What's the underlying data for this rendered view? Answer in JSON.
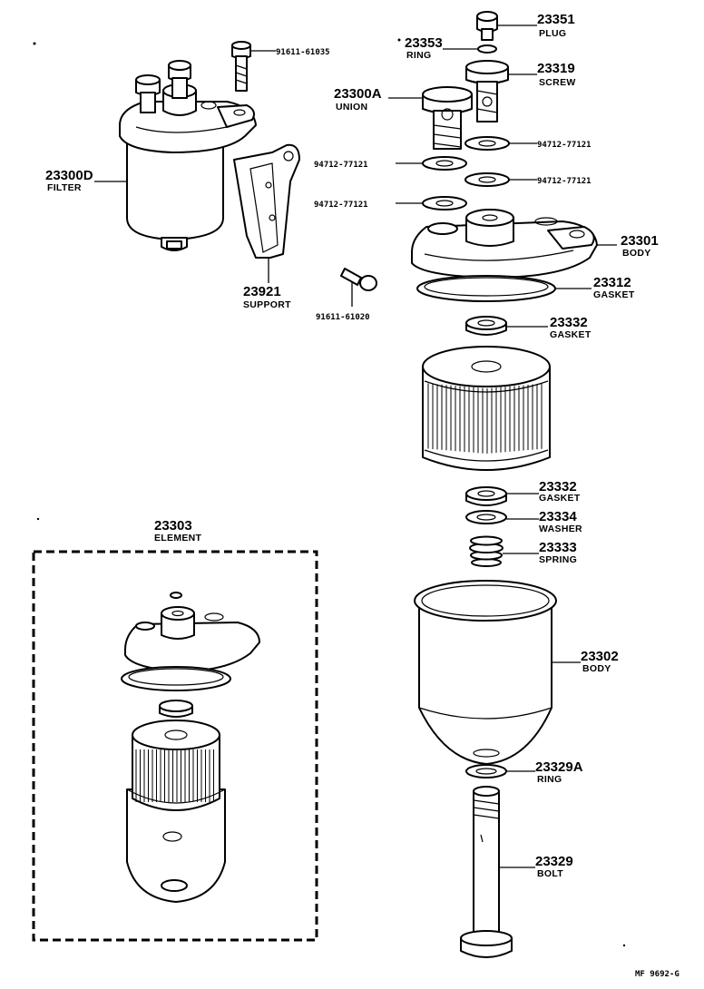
{
  "diagram_code": "MF 9692-G",
  "callouts": {
    "plug": {
      "number": "23351",
      "name": "PLUG"
    },
    "ring_top": {
      "number": "23353",
      "name": "RING"
    },
    "screw": {
      "number": "23319",
      "name": "SCREW"
    },
    "union": {
      "number": "23300A",
      "name": "UNION"
    },
    "filter": {
      "number": "23300D",
      "name": "FILTER"
    },
    "bolt_top": {
      "number": "91611-61035"
    },
    "washer_a": {
      "number": "94712-77121"
    },
    "washer_b": {
      "number": "94712-77121"
    },
    "washer_c": {
      "number": "94712-77121"
    },
    "washer_d": {
      "number": "94712-77121"
    },
    "body_top": {
      "number": "23301",
      "name": "BODY"
    },
    "gasket_large": {
      "number": "23312",
      "name": "GASKET"
    },
    "support": {
      "number": "23921",
      "name": "SUPPORT"
    },
    "bolt_small": {
      "number": "91611-61020"
    },
    "gasket_upper": {
      "number": "23332",
      "name": "GASKET"
    },
    "gasket_lower": {
      "number": "23332",
      "name": "GASKET"
    },
    "washer": {
      "number": "23334",
      "name": "WASHER"
    },
    "spring": {
      "number": "23333",
      "name": "SPRING"
    },
    "element": {
      "number": "23303",
      "name": "ELEMENT"
    },
    "body_bowl": {
      "number": "23302",
      "name": "BODY"
    },
    "ring_bottom": {
      "number": "23329A",
      "name": "RING"
    },
    "bolt_center": {
      "number": "23329",
      "name": "BOLT"
    }
  }
}
